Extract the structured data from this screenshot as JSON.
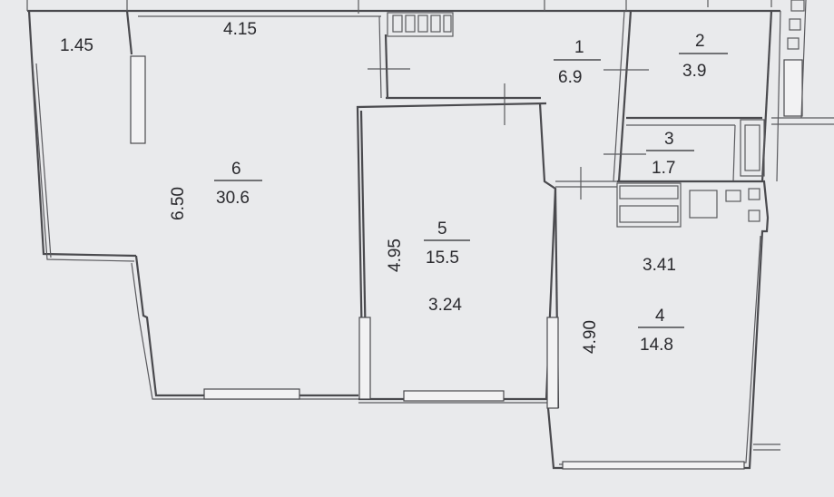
{
  "colors": {
    "paper": "#e9eaec",
    "ink": "#2a2a2e",
    "wall": "#4a4a4e"
  },
  "rooms": [
    {
      "id": "1",
      "number": "1",
      "area": "6.9"
    },
    {
      "id": "2",
      "number": "2",
      "area": "3.9"
    },
    {
      "id": "3",
      "number": "3",
      "area": "1.7"
    },
    {
      "id": "4",
      "number": "4",
      "area": "14.8"
    },
    {
      "id": "5",
      "number": "5",
      "area": "15.5"
    },
    {
      "id": "6",
      "number": "6",
      "area": "30.6"
    }
  ],
  "dimensions": {
    "balcony_width": "1.45",
    "room6_width": "4.15",
    "room6_length": "6.50",
    "room5_length": "4.95",
    "room5_width": "3.24",
    "room4_length": "4.90",
    "room4_width": "3.41"
  }
}
